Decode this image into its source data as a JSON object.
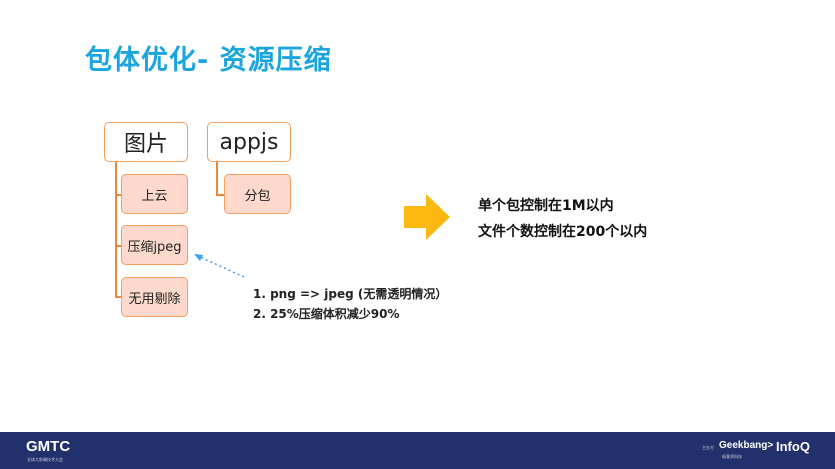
{
  "title": "包体优化- 资源压缩",
  "tree": {
    "image": {
      "label": "图片",
      "children": [
        "上云",
        "压缩jpeg",
        "无用剔除"
      ]
    },
    "appjs": {
      "label": "appjs",
      "children": [
        "分包"
      ]
    }
  },
  "results": [
    "单个包控制在1M以内",
    "文件个数控制在200个以内"
  ],
  "notes": [
    "1. png => jpeg (无需透明情况）",
    "2. 25%压缩体积减少90%"
  ],
  "footer": {
    "left_logo": "GMTC",
    "left_sub": "全球大前端技术大会",
    "organizer": "主办方",
    "geekbang": "Geekbang>",
    "geekbang_sub": "极客邦科技",
    "infoq": "InfoQ"
  },
  "colors": {
    "title": "#1ba5df",
    "arrow": "#fbb810",
    "footer": "#22306b"
  }
}
